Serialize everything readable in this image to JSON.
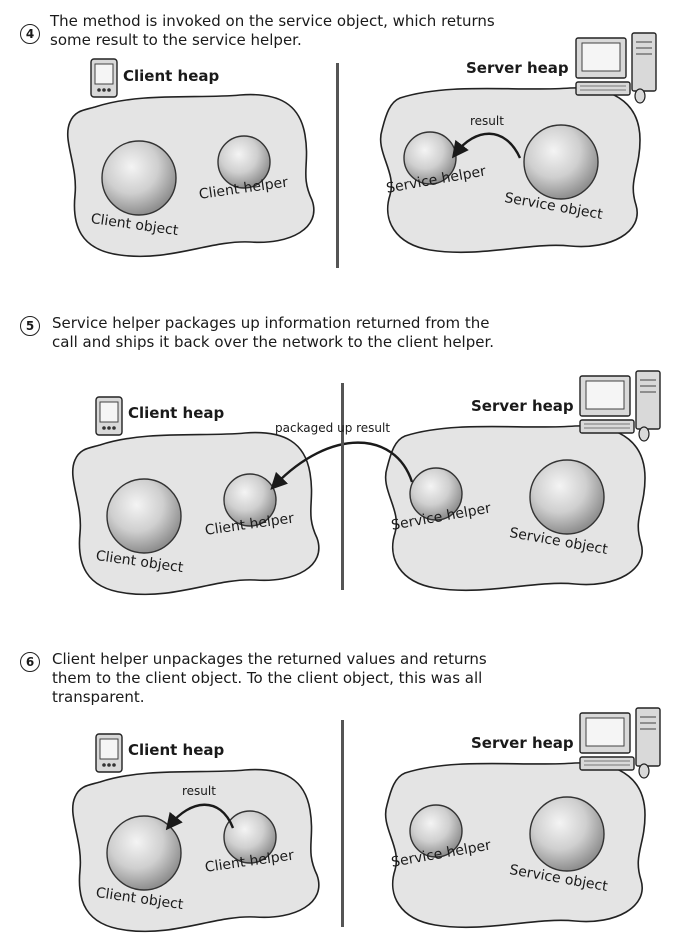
{
  "steps": [
    {
      "number": "4",
      "text": "The method is invoked on the service object, which returns\nsome result to the service helper.",
      "client_heap": "Client heap",
      "server_heap": "Server heap",
      "client_object": "Client object",
      "client_helper": "Client helper",
      "service_helper": "Service helper",
      "service_object": "Service object",
      "arrow_label": "result"
    },
    {
      "number": "5",
      "text": "Service helper packages up information returned from the\ncall and ships it back over the network to the client helper.",
      "client_heap": "Client heap",
      "server_heap": "Server heap",
      "client_object": "Client object",
      "client_helper": "Client helper",
      "service_helper": "Service helper",
      "service_object": "Service object",
      "arrow_label": "packaged up result"
    },
    {
      "number": "6",
      "text": "Client helper unpackages the returned values and returns\nthem to the client object.  To the client object, this was all\ntransparent.",
      "client_heap": "Client heap",
      "server_heap": "Server heap",
      "client_object": "Client object",
      "client_helper": "Client helper",
      "service_helper": "Service helper",
      "service_object": "Service object",
      "arrow_label": "result"
    }
  ],
  "colors": {
    "heap_fill": "#e4e4e4",
    "sphere": "#cfcfcf",
    "ink": "#1a1a1a"
  }
}
